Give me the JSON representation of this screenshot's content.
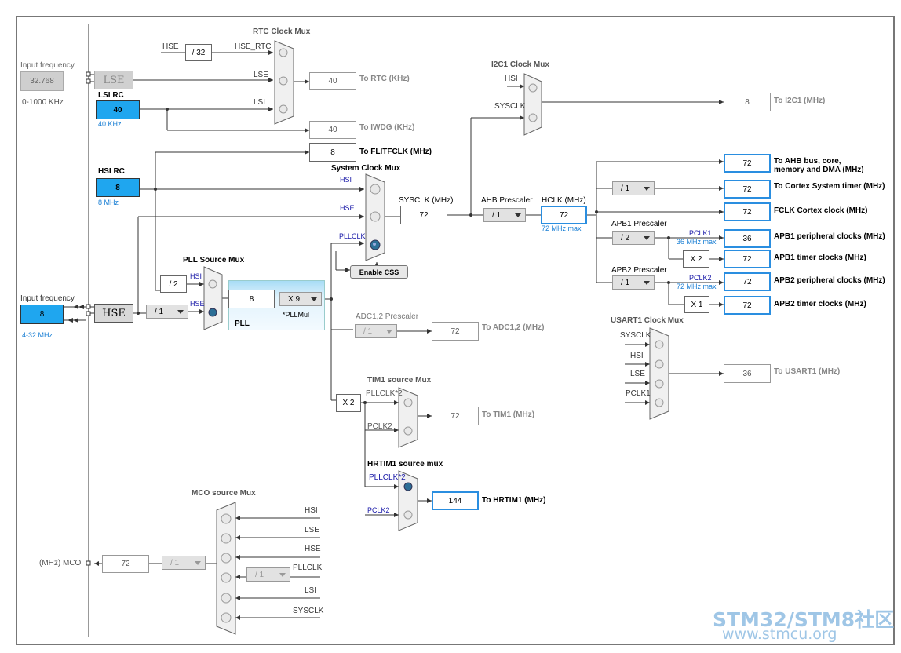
{
  "left_panel": {
    "lse_input_label": "Input frequency",
    "lse_input_value": "32.768",
    "lse_input_range": "0-1000 KHz",
    "lse_osc_label": "LSE",
    "lsi_rc_label": "LSI RC",
    "lsi_value": "40",
    "lsi_freq": "40 KHz",
    "hsi_rc_label": "HSI RC",
    "hsi_value": "8",
    "hsi_freq": "8 MHz",
    "hse_input_label": "Input frequency",
    "hse_input_value": "8",
    "hse_input_range": "4-32 MHz",
    "hse_osc_label": "HSE"
  },
  "rtc": {
    "mux_title": "RTC Clock Mux",
    "hse_label": "HSE",
    "div_label": "/ 32",
    "hse_rtc_label": "HSE_RTC",
    "lse_label": "LSE",
    "lsi_label": "LSI",
    "rtc_value": "40",
    "rtc_label": "To RTC (KHz)",
    "iwdg_value": "40",
    "iwdg_label": "To IWDG (KHz)",
    "flit_value": "8",
    "flit_label": "To FLITFCLK (MHz)"
  },
  "system": {
    "mux_title": "System Clock Mux",
    "hsi_label": "HSI",
    "hse_label": "HSE",
    "pllclk_label": "PLLCLK",
    "css_button": "Enable CSS",
    "sysclk_label": "SYSCLK (MHz)",
    "sysclk_value": "72",
    "ahb_label": "AHB Prescaler",
    "ahb_value": "/ 1",
    "hclk_label": "HCLK (MHz)",
    "hclk_value": "72",
    "hclk_max": "72 MHz max"
  },
  "pll": {
    "mux_title": "PLL Source Mux",
    "div2_label": "/ 2",
    "hsi_label": "HSI",
    "hse_label": "HSE",
    "hse_div_value": "/ 1",
    "pll_input_value": "8",
    "mul_value": "X 9",
    "mul_label": "*PLLMul",
    "pll_label": "PLL"
  },
  "i2c": {
    "mux_title": "I2C1 Clock Mux",
    "hsi_label": "HSI",
    "sysclk_label": "SYSCLK",
    "value": "8",
    "label": "To I2C1 (MHz)"
  },
  "outputs": {
    "ahb_value": "72",
    "ahb_label_1": "To AHB bus, core,",
    "ahb_label_2": "memory and DMA (MHz)",
    "cortex_div": "/ 1",
    "cortex_value": "72",
    "cortex_label": "To Cortex System timer (MHz)",
    "fclk_value": "72",
    "fclk_label": "FCLK Cortex clock (MHz)",
    "apb1_prescaler_label": "APB1 Prescaler",
    "apb1_div": "/ 2",
    "pclk1_label": "PCLK1",
    "pclk1_max": "36 MHz max",
    "apb1_periph_value": "36",
    "apb1_periph_label": "APB1 peripheral clocks (MHz)",
    "apb1_timer_mul": "X 2",
    "apb1_timer_value": "72",
    "apb1_timer_label": "APB1 timer clocks (MHz)",
    "apb2_prescaler_label": "APB2 Prescaler",
    "apb2_div": "/ 1",
    "pclk2_label": "PCLK2",
    "pclk2_max": "72 MHz max",
    "apb2_periph_value": "72",
    "apb2_periph_label": "APB2 peripheral clocks (MHz)",
    "apb2_timer_mul": "X 1",
    "apb2_timer_value": "72",
    "apb2_timer_label": "APB2 timer clocks (MHz)"
  },
  "adc": {
    "prescaler_label": "ADC1,2 Prescaler",
    "div_value": "/ 1",
    "value": "72",
    "label": "To ADC1,2 (MHz)"
  },
  "tim1": {
    "x2_label": "X 2",
    "mux_title": "TIM1 source Mux",
    "pllclk2_label": "PLLCLK*2",
    "pclk2_label": "PCLK2",
    "value": "72",
    "label": "To TIM1 (MHz)"
  },
  "hrtim1": {
    "mux_title": "HRTIM1 source mux",
    "pllclk2_label": "PLLCLK*2",
    "pclk2_label": "PCLK2",
    "value": "144",
    "label": "To HRTIM1 (MHz)"
  },
  "usart1": {
    "mux_title": "USART1 Clock Mux",
    "sysclk_label": "SYSCLK",
    "hsi_label": "HSI",
    "lse_label": "LSE",
    "pclk1_label": "PCLK1",
    "value": "36",
    "label": "To USART1 (MHz)"
  },
  "mco": {
    "mux_title": "MCO source Mux",
    "hsi_label": "HSI",
    "lse_label": "LSE",
    "hse_label": "HSE",
    "pllclk_label": "PLLCLK",
    "pll_div": "/ 1",
    "lsi_label": "LSI",
    "sysclk_label": "SYSCLK",
    "out_label": "(MHz) MCO",
    "value": "72",
    "div_value": "/ 1"
  },
  "watermark": {
    "line1": "STM32/STM8社区",
    "line2": "www.stmcu.org"
  },
  "colors": {
    "accent_blue": "#1fa6ef",
    "border_blue": "#2a8ee0",
    "label_navy": "#1a1aa8"
  }
}
